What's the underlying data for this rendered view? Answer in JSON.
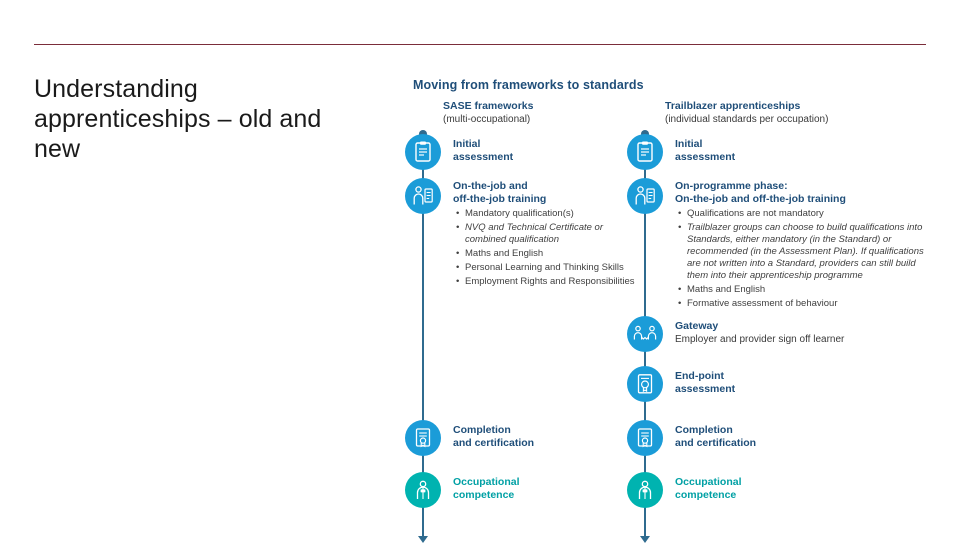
{
  "slide": {
    "title": "Understanding apprenticeships – old and new",
    "rule_color": "#7b2d3a",
    "diagram_title": "Moving from frameworks to standards",
    "accent_blue": "#1f4e79",
    "circle_blue": "#1b9cd8",
    "circle_teal": "#00b3b0",
    "line_color": "#2f6b8f"
  },
  "columns": [
    {
      "id": "sase",
      "heading": "SASE frameworks",
      "subheading": "(multi-occupational)",
      "nodes": [
        {
          "icon": "clipboard-icon",
          "title_lines": [
            "Initial",
            "assessment"
          ],
          "color": "blue",
          "bullets": []
        },
        {
          "icon": "person-checklist-icon",
          "title_lines": [
            "On-the-job and",
            "off-the-job training"
          ],
          "color": "blue",
          "bullets": [
            {
              "text": "Mandatory qualification(s)",
              "italic": false
            },
            {
              "text": "NVQ and Technical Certificate or combined qualification",
              "italic": true
            },
            {
              "text": "Maths and English",
              "italic": false
            },
            {
              "text": "Personal Learning and Thinking Skills",
              "italic": false
            },
            {
              "text": "Employment Rights and Responsibilities",
              "italic": false
            }
          ]
        },
        {
          "icon": "certificate-icon",
          "title_lines": [
            "Completion",
            "and certification"
          ],
          "color": "blue",
          "bullets": []
        },
        {
          "icon": "worker-icon",
          "title_lines": [
            "Occupational",
            "competence"
          ],
          "color": "teal",
          "bullets": []
        }
      ]
    },
    {
      "id": "trailblazer",
      "heading": "Trailblazer apprenticeships",
      "subheading": "(individual standards per occupation)",
      "nodes": [
        {
          "icon": "clipboard-icon",
          "title_lines": [
            "Initial",
            "assessment"
          ],
          "color": "blue",
          "bullets": []
        },
        {
          "icon": "person-checklist-icon",
          "title_lines": [
            "On-programme phase:",
            "On-the-job and off-the-job training"
          ],
          "color": "blue",
          "bullets": [
            {
              "text": "Qualifications are not mandatory",
              "italic": false
            },
            {
              "text": "Trailblazer groups can choose to build qualifications into Standards, either mandatory (in the Standard) or recommended (in the Assessment Plan). If qualifications are not written into a Standard, providers can still build them into their apprenticeship programme",
              "italic": true
            },
            {
              "text": "Maths and English",
              "italic": false
            },
            {
              "text": "Formative assessment of behaviour",
              "italic": false
            }
          ]
        },
        {
          "icon": "handshake-icon",
          "title_lines": [
            "Gateway"
          ],
          "sub": "Employer and provider sign off learner",
          "color": "blue",
          "bullets": []
        },
        {
          "icon": "assessment-badge-icon",
          "title_lines": [
            "End-point",
            "assessment"
          ],
          "color": "blue",
          "bullets": []
        },
        {
          "icon": "certificate-icon",
          "title_lines": [
            "Completion",
            "and certification"
          ],
          "color": "blue",
          "bullets": []
        },
        {
          "icon": "worker-icon",
          "title_lines": [
            "Occupational",
            "competence"
          ],
          "color": "teal",
          "bullets": []
        }
      ]
    }
  ]
}
